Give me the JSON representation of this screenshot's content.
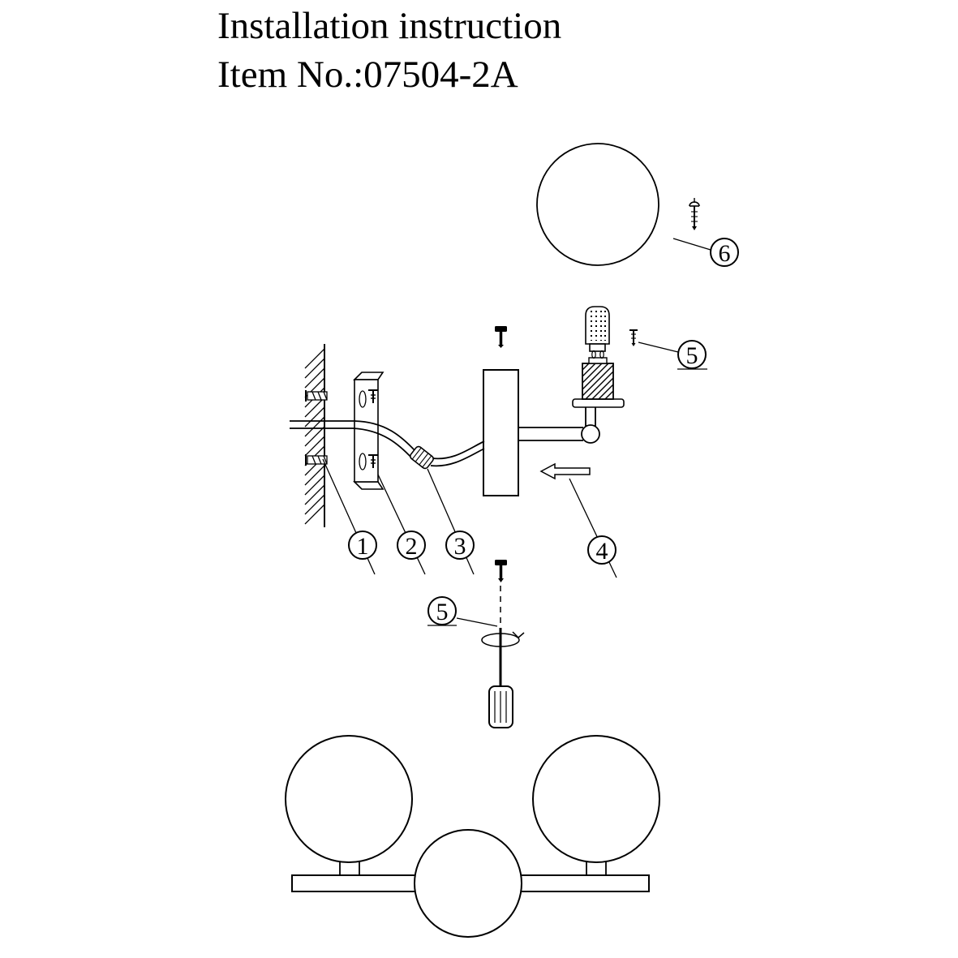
{
  "title": {
    "line1": "Installation instruction",
    "line2": "Item No.:07504-2A"
  },
  "callouts": {
    "c1": "1",
    "c2": "2",
    "c3": "3",
    "c4": "4",
    "c5a": "5",
    "c5b": "5",
    "c6": "6"
  },
  "icons": {
    "screw": "screw-icon",
    "screwdriver": "screwdriver-icon",
    "insert_arrow": "insert-direction-arrow"
  },
  "colors": {
    "line": "#000000",
    "background": "#ffffff"
  }
}
